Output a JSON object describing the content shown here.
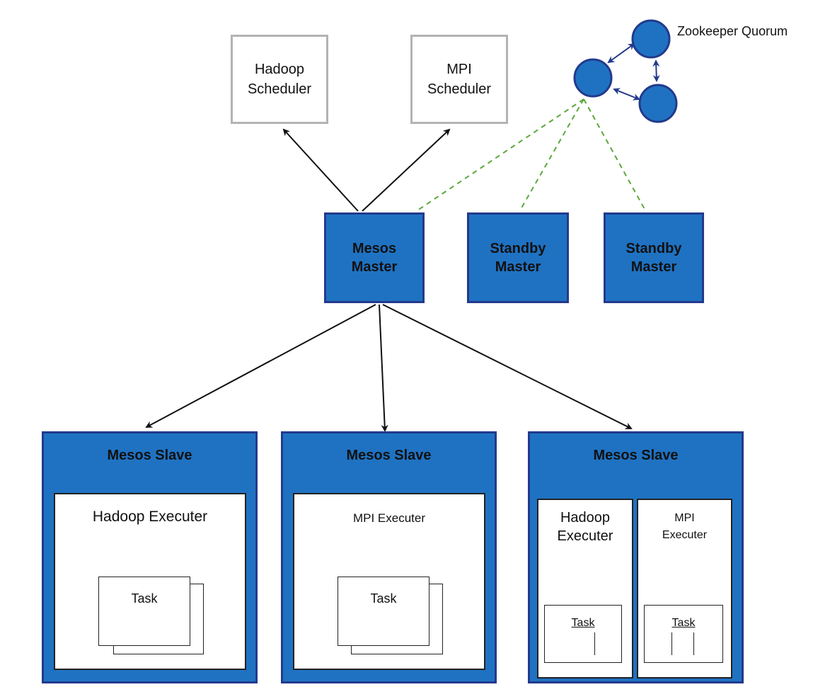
{
  "zookeeper": {
    "label": "Zookeeper Quorum"
  },
  "schedulers": [
    {
      "label": "Hadoop\nScheduler"
    },
    {
      "label": "MPI\nScheduler"
    }
  ],
  "masters": [
    {
      "label": "Mesos\nMaster"
    },
    {
      "label": "Standby\nMaster"
    },
    {
      "label": "Standby\nMaster"
    }
  ],
  "slaves": [
    {
      "title": "Mesos Slave",
      "executor": "Hadoop Executer",
      "task": "Task"
    },
    {
      "title": "Mesos Slave",
      "executor": "MPI Executer",
      "task": "Task"
    },
    {
      "title": "Mesos Slave",
      "executors": [
        {
          "label": "Hadoop\nExecuter",
          "task": "Task"
        },
        {
          "label": "MPI\nExecuter",
          "task": "Task"
        }
      ]
    }
  ],
  "colors": {
    "node_fill": "#1f72c2",
    "node_border": "#233a8c",
    "dashed_link": "#5aa83c",
    "arrow": "#111111",
    "scheduler_border": "#b3b3b3"
  }
}
